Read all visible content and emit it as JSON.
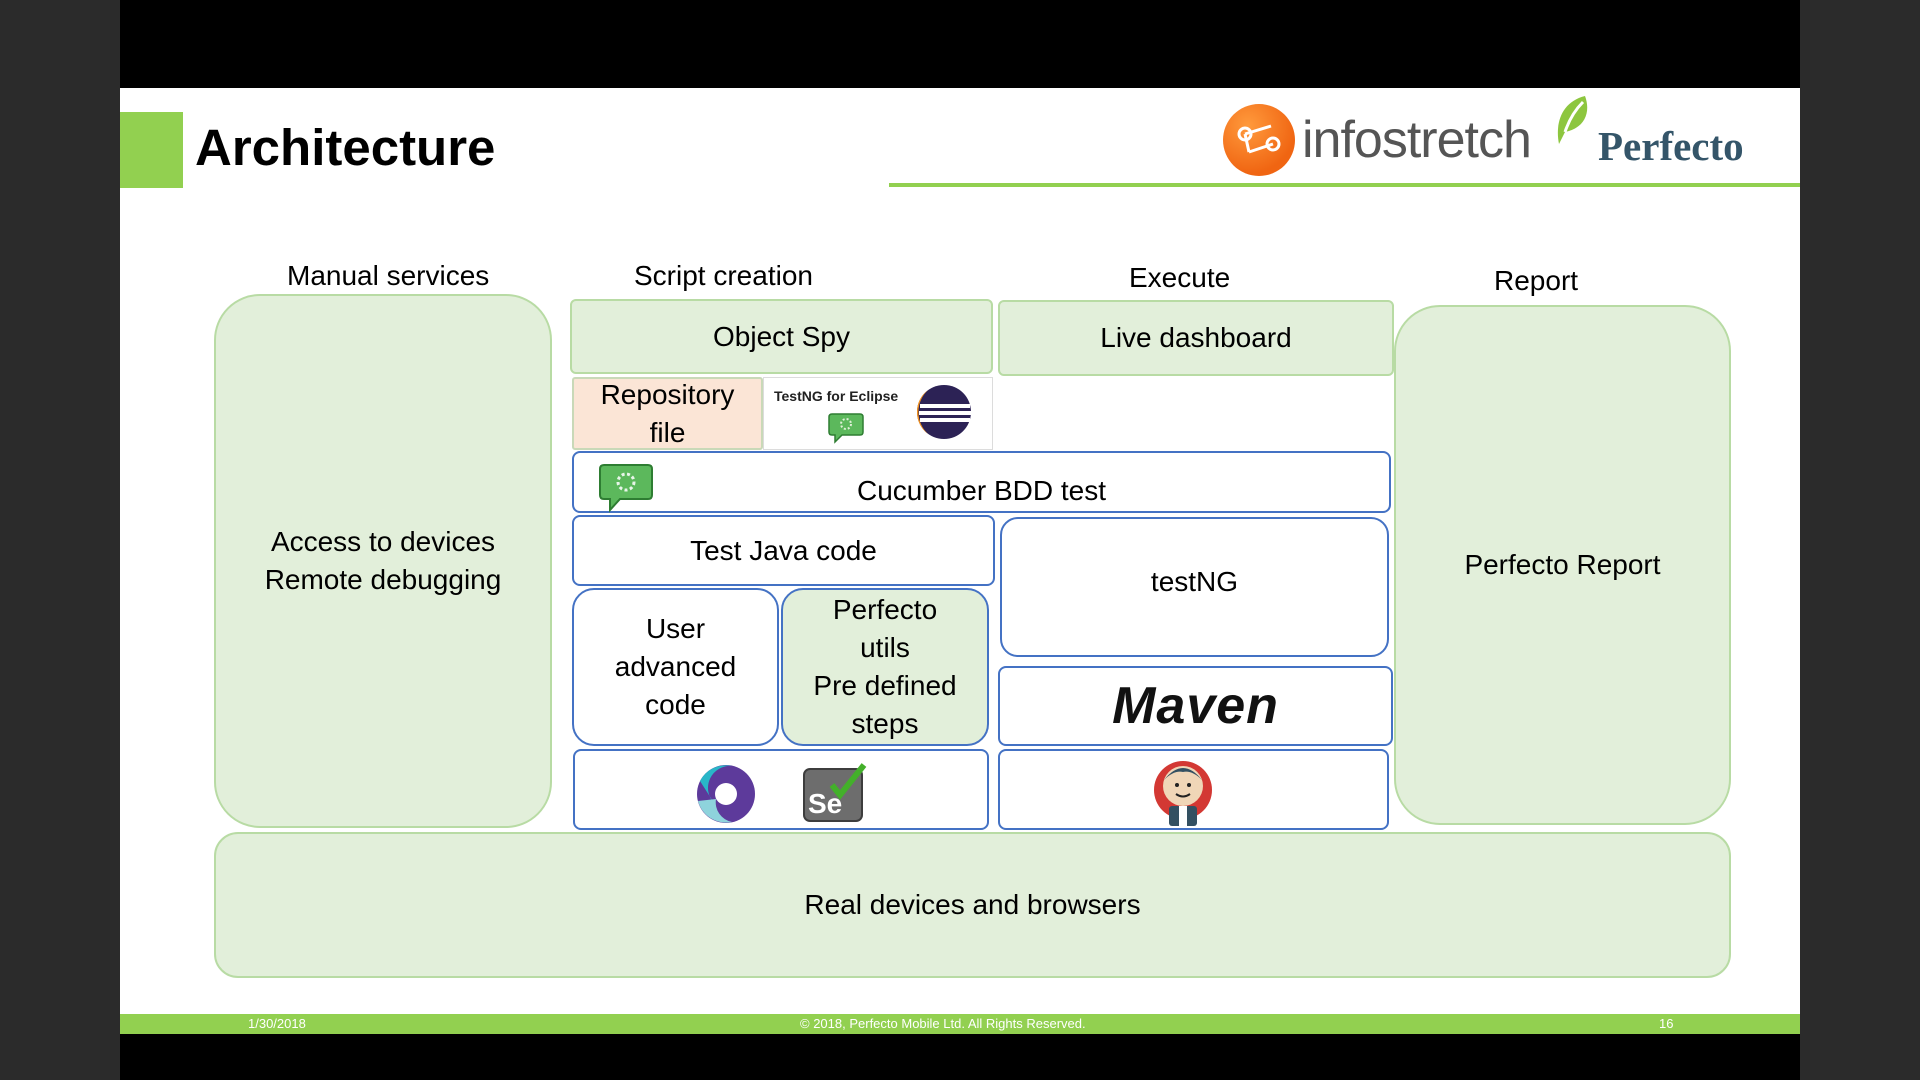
{
  "slide": {
    "title": "Architecture",
    "logos": {
      "infostretch": "infostretch",
      "perfecto": "Perfecto"
    },
    "colors": {
      "accent_green": "#92d050",
      "box_fill": "#e2efda",
      "box_border_blue": "#4472c4",
      "peach": "#fbe5d6"
    }
  },
  "columns": {
    "manual": "Manual services",
    "script": "Script creation",
    "execute": "Execute",
    "report": "Report"
  },
  "boxes": {
    "manual_line1": "Access to devices",
    "manual_line2": "Remote debugging",
    "object_spy": "Object Spy",
    "live_dashboard": "Live dashboard",
    "repository_line1": "Repository",
    "repository_line2": "file",
    "testng_eclipse": "TestNG for Eclipse",
    "cucumber": "Cucumber BDD test",
    "test_java": "Test Java code",
    "user_line1": "User",
    "user_line2": "advanced",
    "user_line3": "code",
    "perfecto_line1": "Perfecto",
    "perfecto_line2": "utils",
    "perfecto_line3": "Pre defined",
    "perfecto_line4": "steps",
    "testng": "testNG",
    "maven": "Maven",
    "report": "Perfecto Report",
    "devices": "Real devices and browsers",
    "selenium": "Se"
  },
  "footer": {
    "date": "1/30/2018",
    "copyright": "© 2018, Perfecto Mobile Ltd.  All Rights Reserved.",
    "page": "16"
  }
}
